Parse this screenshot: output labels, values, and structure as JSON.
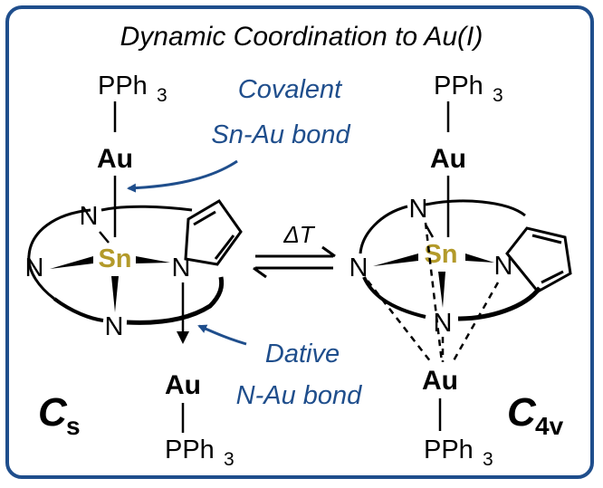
{
  "title": "Dynamic Coordination to Au(I)",
  "labels": {
    "pph3": "PPh",
    "pph3_sub": "3",
    "au": "Au",
    "sn": "Sn",
    "n": "N",
    "delta_t": "ΔT"
  },
  "annotations": {
    "covalent_line1": "Covalent",
    "covalent_line2": "Sn-Au bond",
    "dative_line1": "Dative",
    "dative_line2": "N-Au bond"
  },
  "symmetry": {
    "left_main": "C",
    "left_sub": "s",
    "right_main": "C",
    "right_sub": "4v"
  },
  "colors": {
    "frame": "#1f4e8c",
    "annotation": "#1f4e8c",
    "tin": "#b39a2a",
    "bond": "#000000"
  }
}
